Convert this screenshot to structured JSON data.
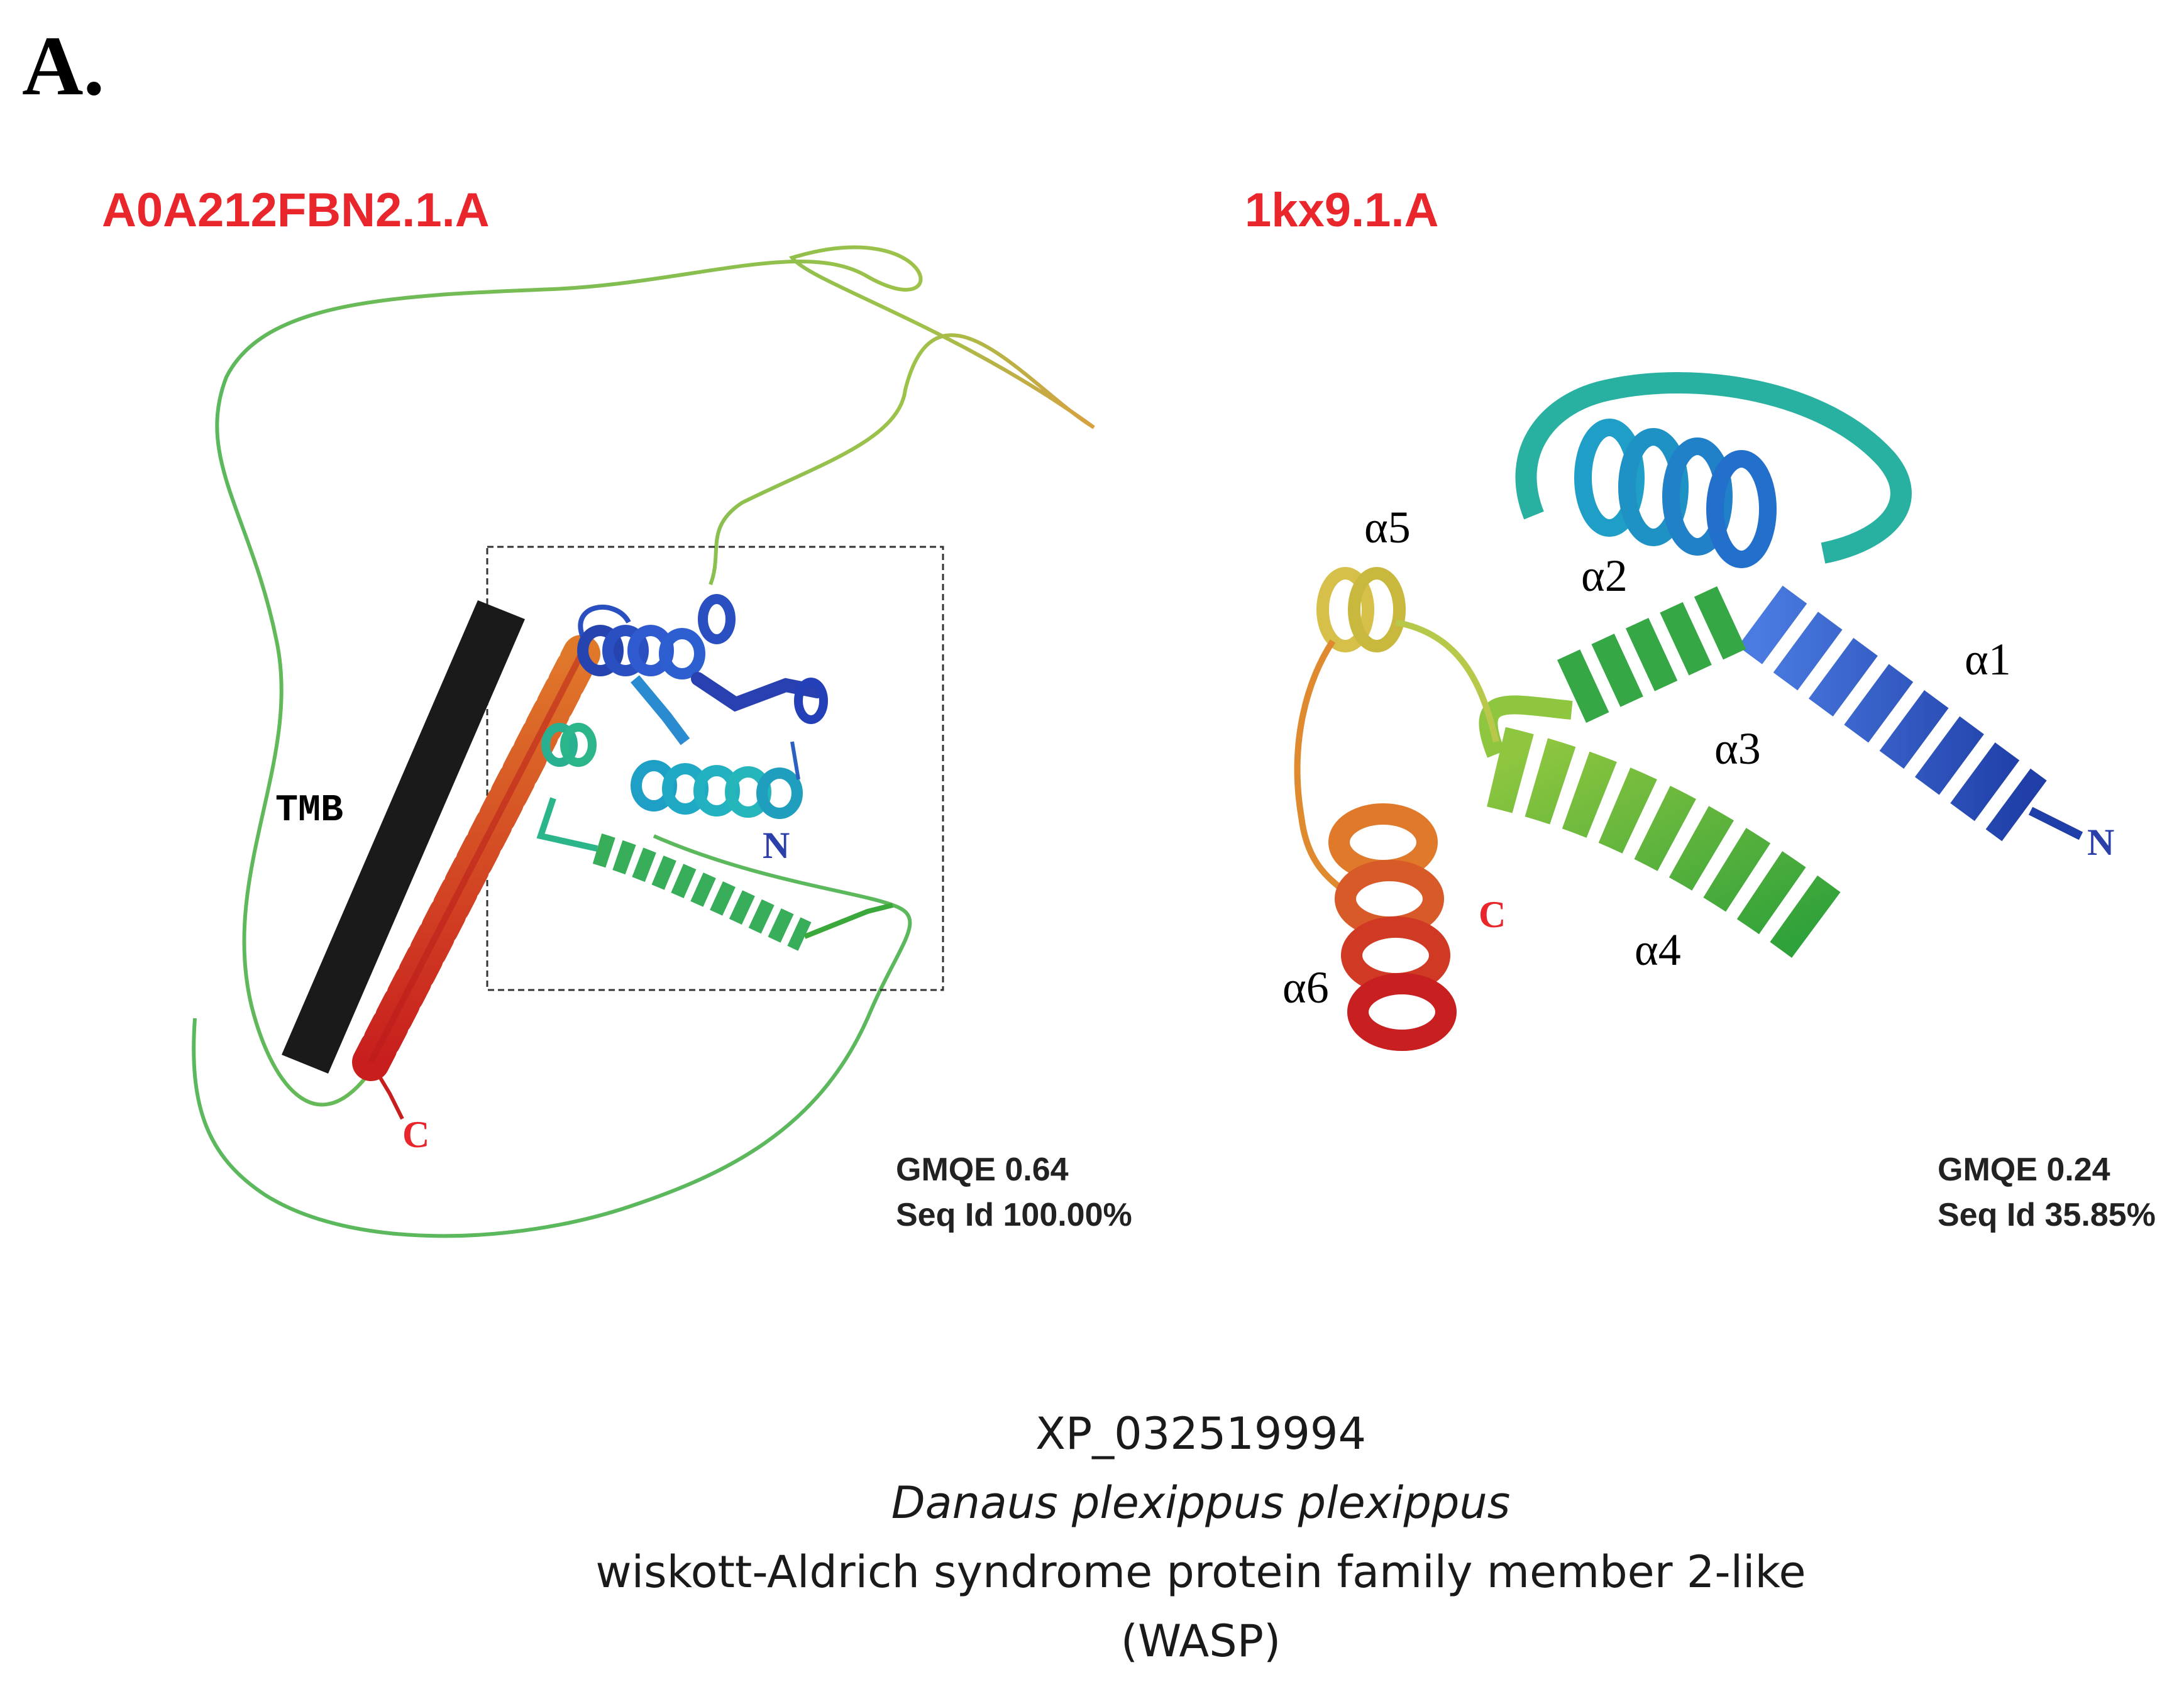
{
  "panel_letter": "A.",
  "left_model": {
    "title": "A0A212FBN2.1.A",
    "tmb_label": "TMB",
    "n_label": "N",
    "c_label": "C",
    "gmqe": "GMQE  0.64",
    "seq_id": "Seq Id 100.00%"
  },
  "right_model": {
    "title": "1kx9.1.A",
    "n_label": "N",
    "c_label": "C",
    "helices": [
      "α1",
      "α2",
      "α3",
      "α4",
      "α5",
      "α6"
    ],
    "gmqe": "GMQE  0.24",
    "seq_id": "Seq Id 35.85%"
  },
  "caption": {
    "accession": "XP_032519994",
    "species": "Danaus plexippus plexippus",
    "protein": "wiskott-Aldrich syndrome protein family member 2-like",
    "abbreviation": "(WASP)"
  },
  "colors": {
    "title_red": "#e8262b",
    "n_blue": "#2b3faa",
    "loop_green": "#5cb85c",
    "helix_blue": "#2a4fc0",
    "helix_cyan": "#1fa9b5",
    "helix_teal": "#2bb58a",
    "helix_green": "#3aa83a",
    "helix_lime": "#8ec63f",
    "helix_yellow": "#d6c04a",
    "helix_orange": "#e07a2a",
    "helix_red": "#d42a2a",
    "tmb_bar": "#1a1a1a"
  }
}
